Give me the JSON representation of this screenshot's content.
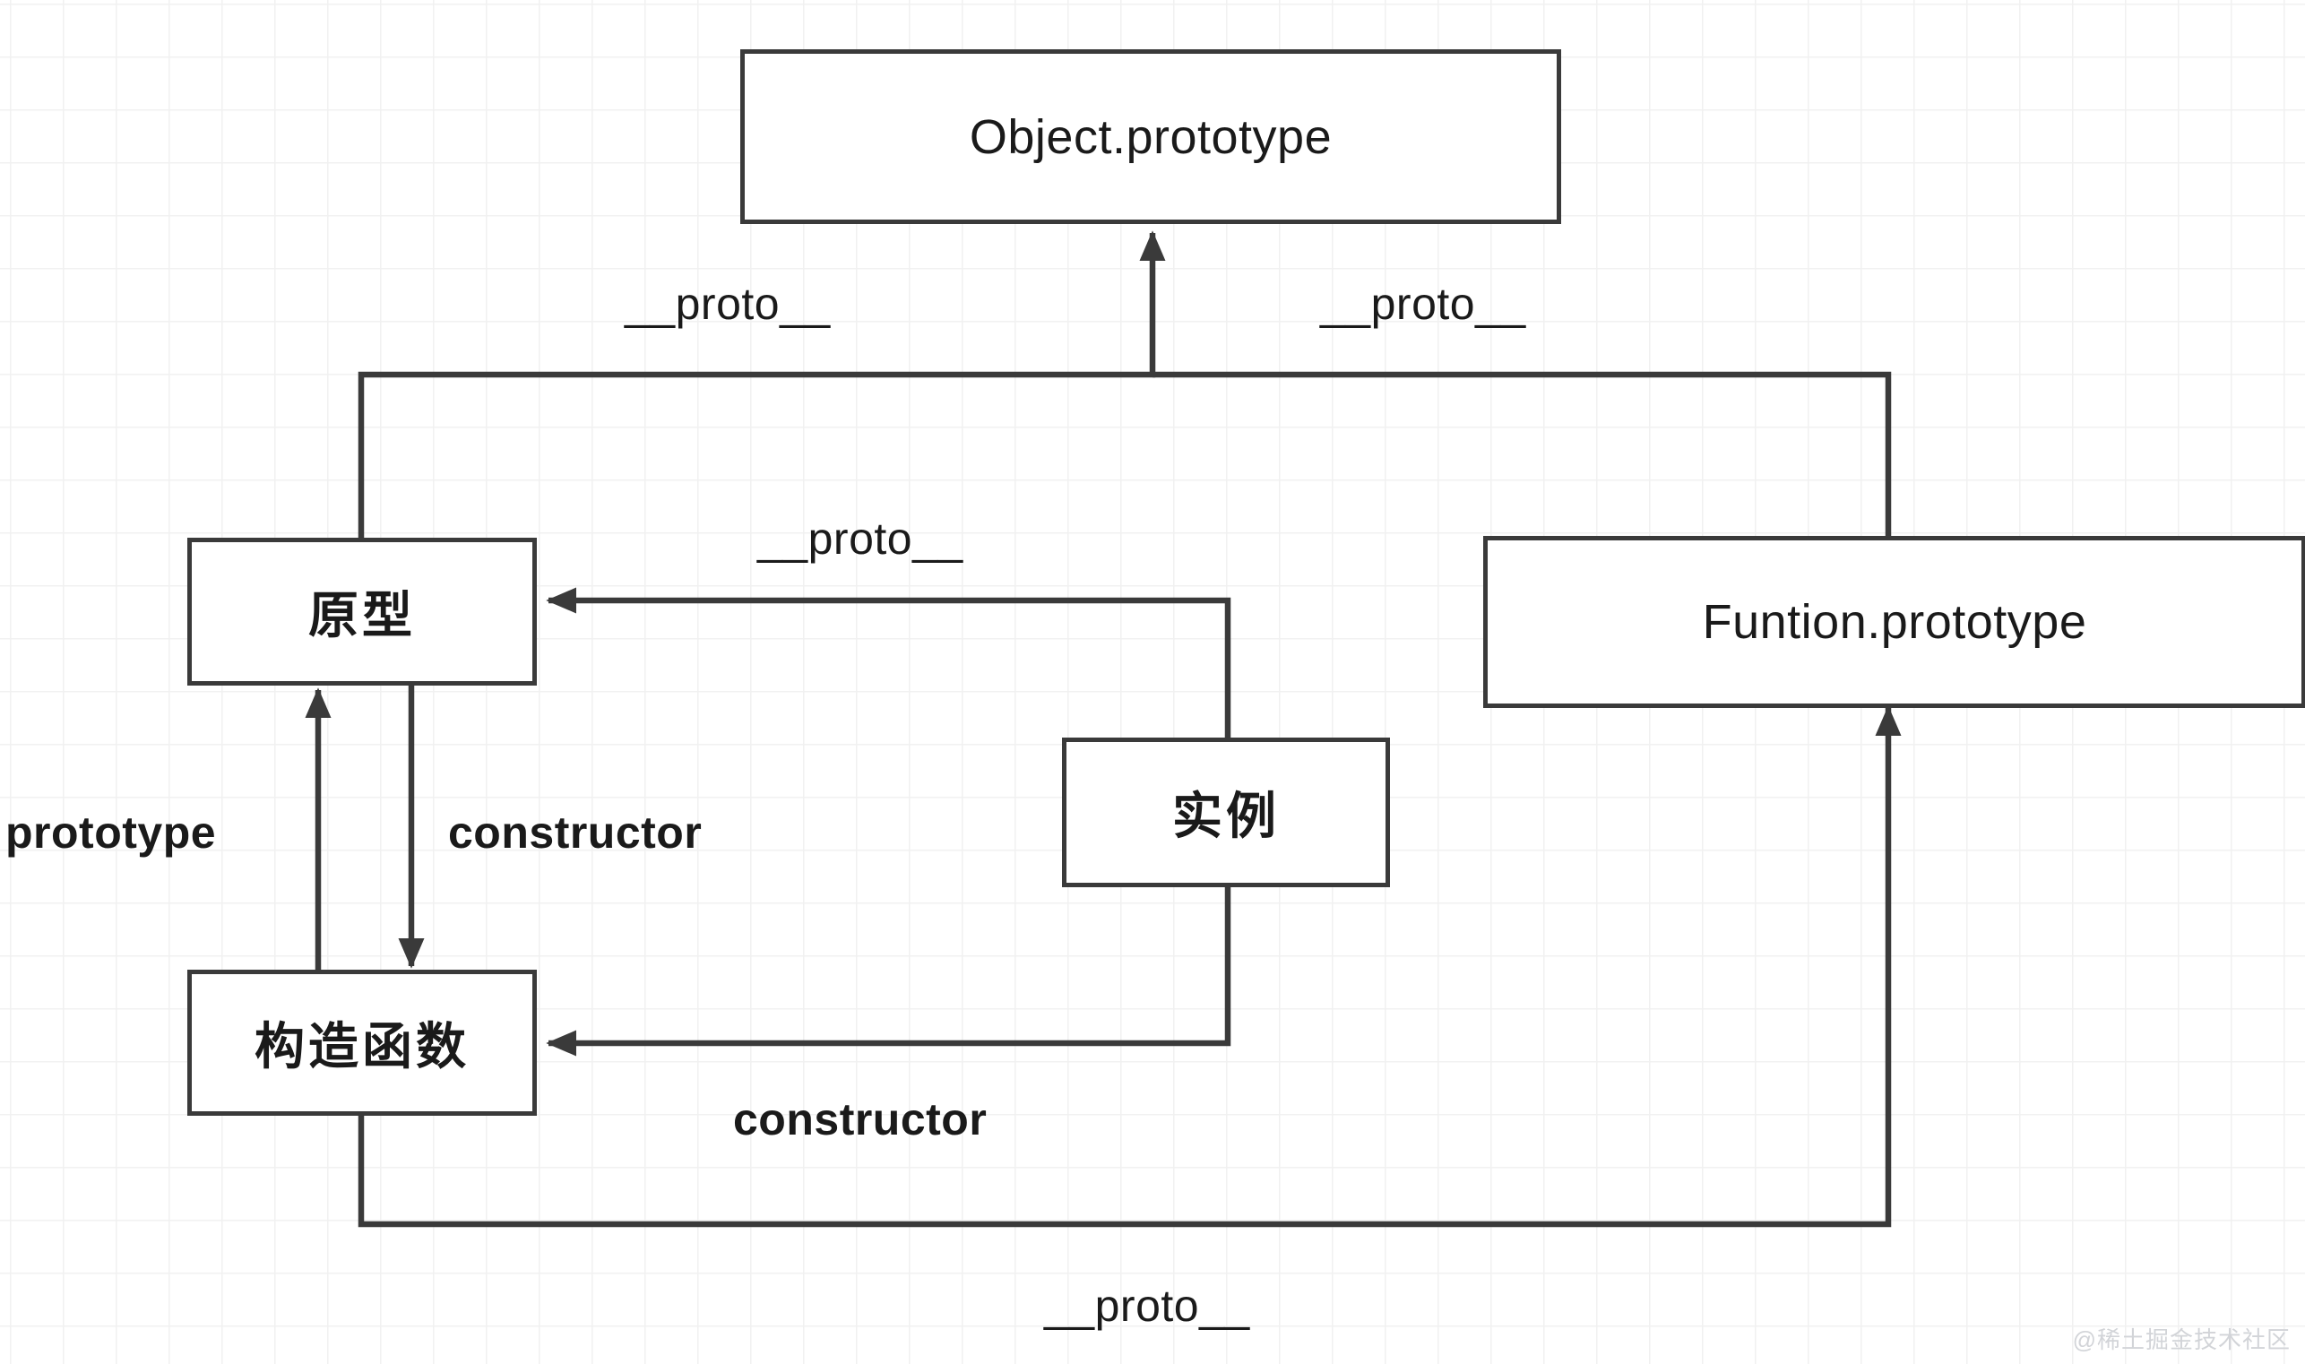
{
  "diagram": {
    "title": "JavaScript prototype chain diagram",
    "background": {
      "color": "#ffffff",
      "grid_color": "#f1f1f1",
      "grid_size": 59
    },
    "stroke_color": "#3a3a3a",
    "text_color": "#1a1a1a",
    "nodes": [
      {
        "id": "object-prototype",
        "label": "Object.prototype",
        "script": "latin"
      },
      {
        "id": "funtion-prototype",
        "label": "Funtion.prototype",
        "script": "latin"
      },
      {
        "id": "prototype-box",
        "label": "原型",
        "script": "cjk"
      },
      {
        "id": "constructor-box",
        "label": "构造函数",
        "script": "cjk"
      },
      {
        "id": "instance-box",
        "label": "实例",
        "script": "cjk"
      }
    ],
    "edges": [
      {
        "id": "proto-to-objectproto",
        "label": "__proto__",
        "from": "原型",
        "to": "Object.prototype",
        "bold": false
      },
      {
        "id": "funproto-to-objectproto",
        "label": "__proto__",
        "from": "Funtion.prototype",
        "to": "Object.prototype",
        "bold": false
      },
      {
        "id": "instance-to-proto",
        "label": "__proto__",
        "from": "实例",
        "to": "原型",
        "bold": false
      },
      {
        "id": "ctor-prototype",
        "label": "prototype",
        "from": "构造函数",
        "to": "原型",
        "bold": true
      },
      {
        "id": "proto-constructor",
        "label": "constructor",
        "from": "原型",
        "to": "构造函数",
        "bold": true
      },
      {
        "id": "instance-constructor",
        "label": "constructor",
        "from": "实例",
        "to": "构造函数",
        "bold": true
      },
      {
        "id": "ctor-to-funproto",
        "label": "__proto__",
        "from": "构造函数",
        "to": "Funtion.prototype",
        "bold": false
      }
    ]
  },
  "watermark": {
    "text": "@稀土掘金技术社区"
  }
}
